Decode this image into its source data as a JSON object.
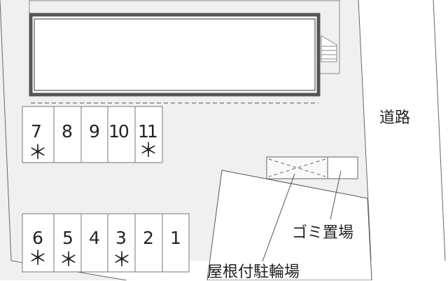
{
  "map": {
    "labels": {
      "road": "道路",
      "garbage": "ゴミ置場",
      "bike_parking": "屋根付駐輪場"
    },
    "parking_top": [
      {
        "number": "7",
        "mark": "＊"
      },
      {
        "number": "8",
        "mark": ""
      },
      {
        "number": "9",
        "mark": ""
      },
      {
        "number": "10",
        "mark": ""
      },
      {
        "number": "11",
        "mark": "＊"
      }
    ],
    "parking_bottom": [
      {
        "number": "6",
        "mark": "＊"
      },
      {
        "number": "5",
        "mark": "＊"
      },
      {
        "number": "4",
        "mark": ""
      },
      {
        "number": "3",
        "mark": "＊"
      },
      {
        "number": "2",
        "mark": ""
      },
      {
        "number": "1",
        "mark": ""
      }
    ],
    "colors": {
      "lot": "#f0f0f0",
      "building_border": "#555555",
      "line": "#555555"
    }
  }
}
